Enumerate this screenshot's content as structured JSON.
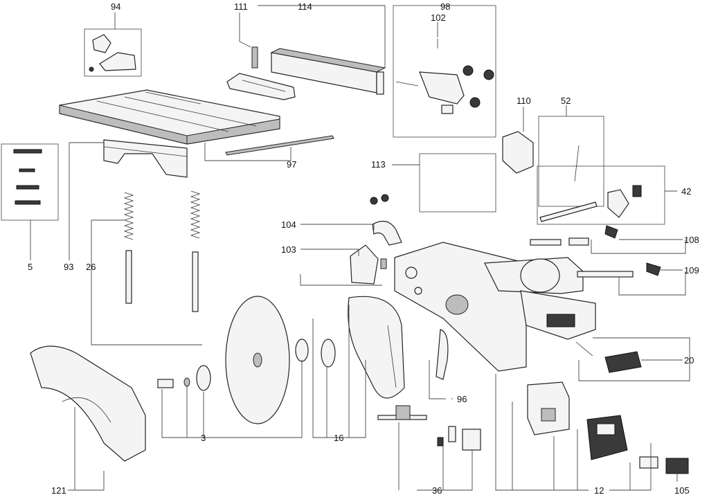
{
  "labels": {
    "p94": "94",
    "p111": "111",
    "p114": "114",
    "p98": "98",
    "p102": "102",
    "p110": "110",
    "p52": "52",
    "p5": "5",
    "p93": "93",
    "p26": "26",
    "p97": "97",
    "p113": "113",
    "p42": "42",
    "p104": "104",
    "p103": "103",
    "p108": "108",
    "p109": "109",
    "p20": "20",
    "p96": "96",
    "p3": "3",
    "p16": "16",
    "p121": "121",
    "p36": "36",
    "p12": "12",
    "p105": "105"
  }
}
